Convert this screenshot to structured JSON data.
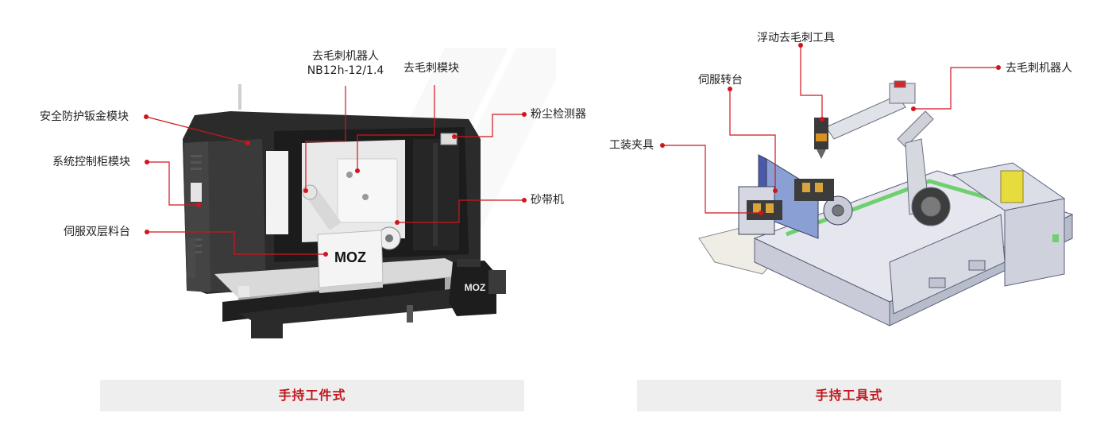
{
  "left_panel": {
    "caption": "手持工件式",
    "labels": {
      "safety_module": "安全防护钣金模块",
      "control_cabinet": "系统控制柜模块",
      "servo_table": "伺服双层料台",
      "robot_name": "去毛刺机器人",
      "robot_model": "NB12h-12/1.4",
      "deburr_module": "去毛刺模块",
      "dust_detector": "粉尘检测器",
      "belt_sander": "砂带机"
    },
    "logo_text": "MOZ"
  },
  "right_panel": {
    "caption": "手持工具式",
    "labels": {
      "floating_tool": "浮动去毛刺工具",
      "servo_turntable": "伺服转台",
      "robot": "去毛刺机器人",
      "fixture": "工装夹具"
    }
  },
  "colors": {
    "accent": "#c0151c",
    "leader_line": "#d0151c",
    "caption_bg": "#eeeeee"
  }
}
